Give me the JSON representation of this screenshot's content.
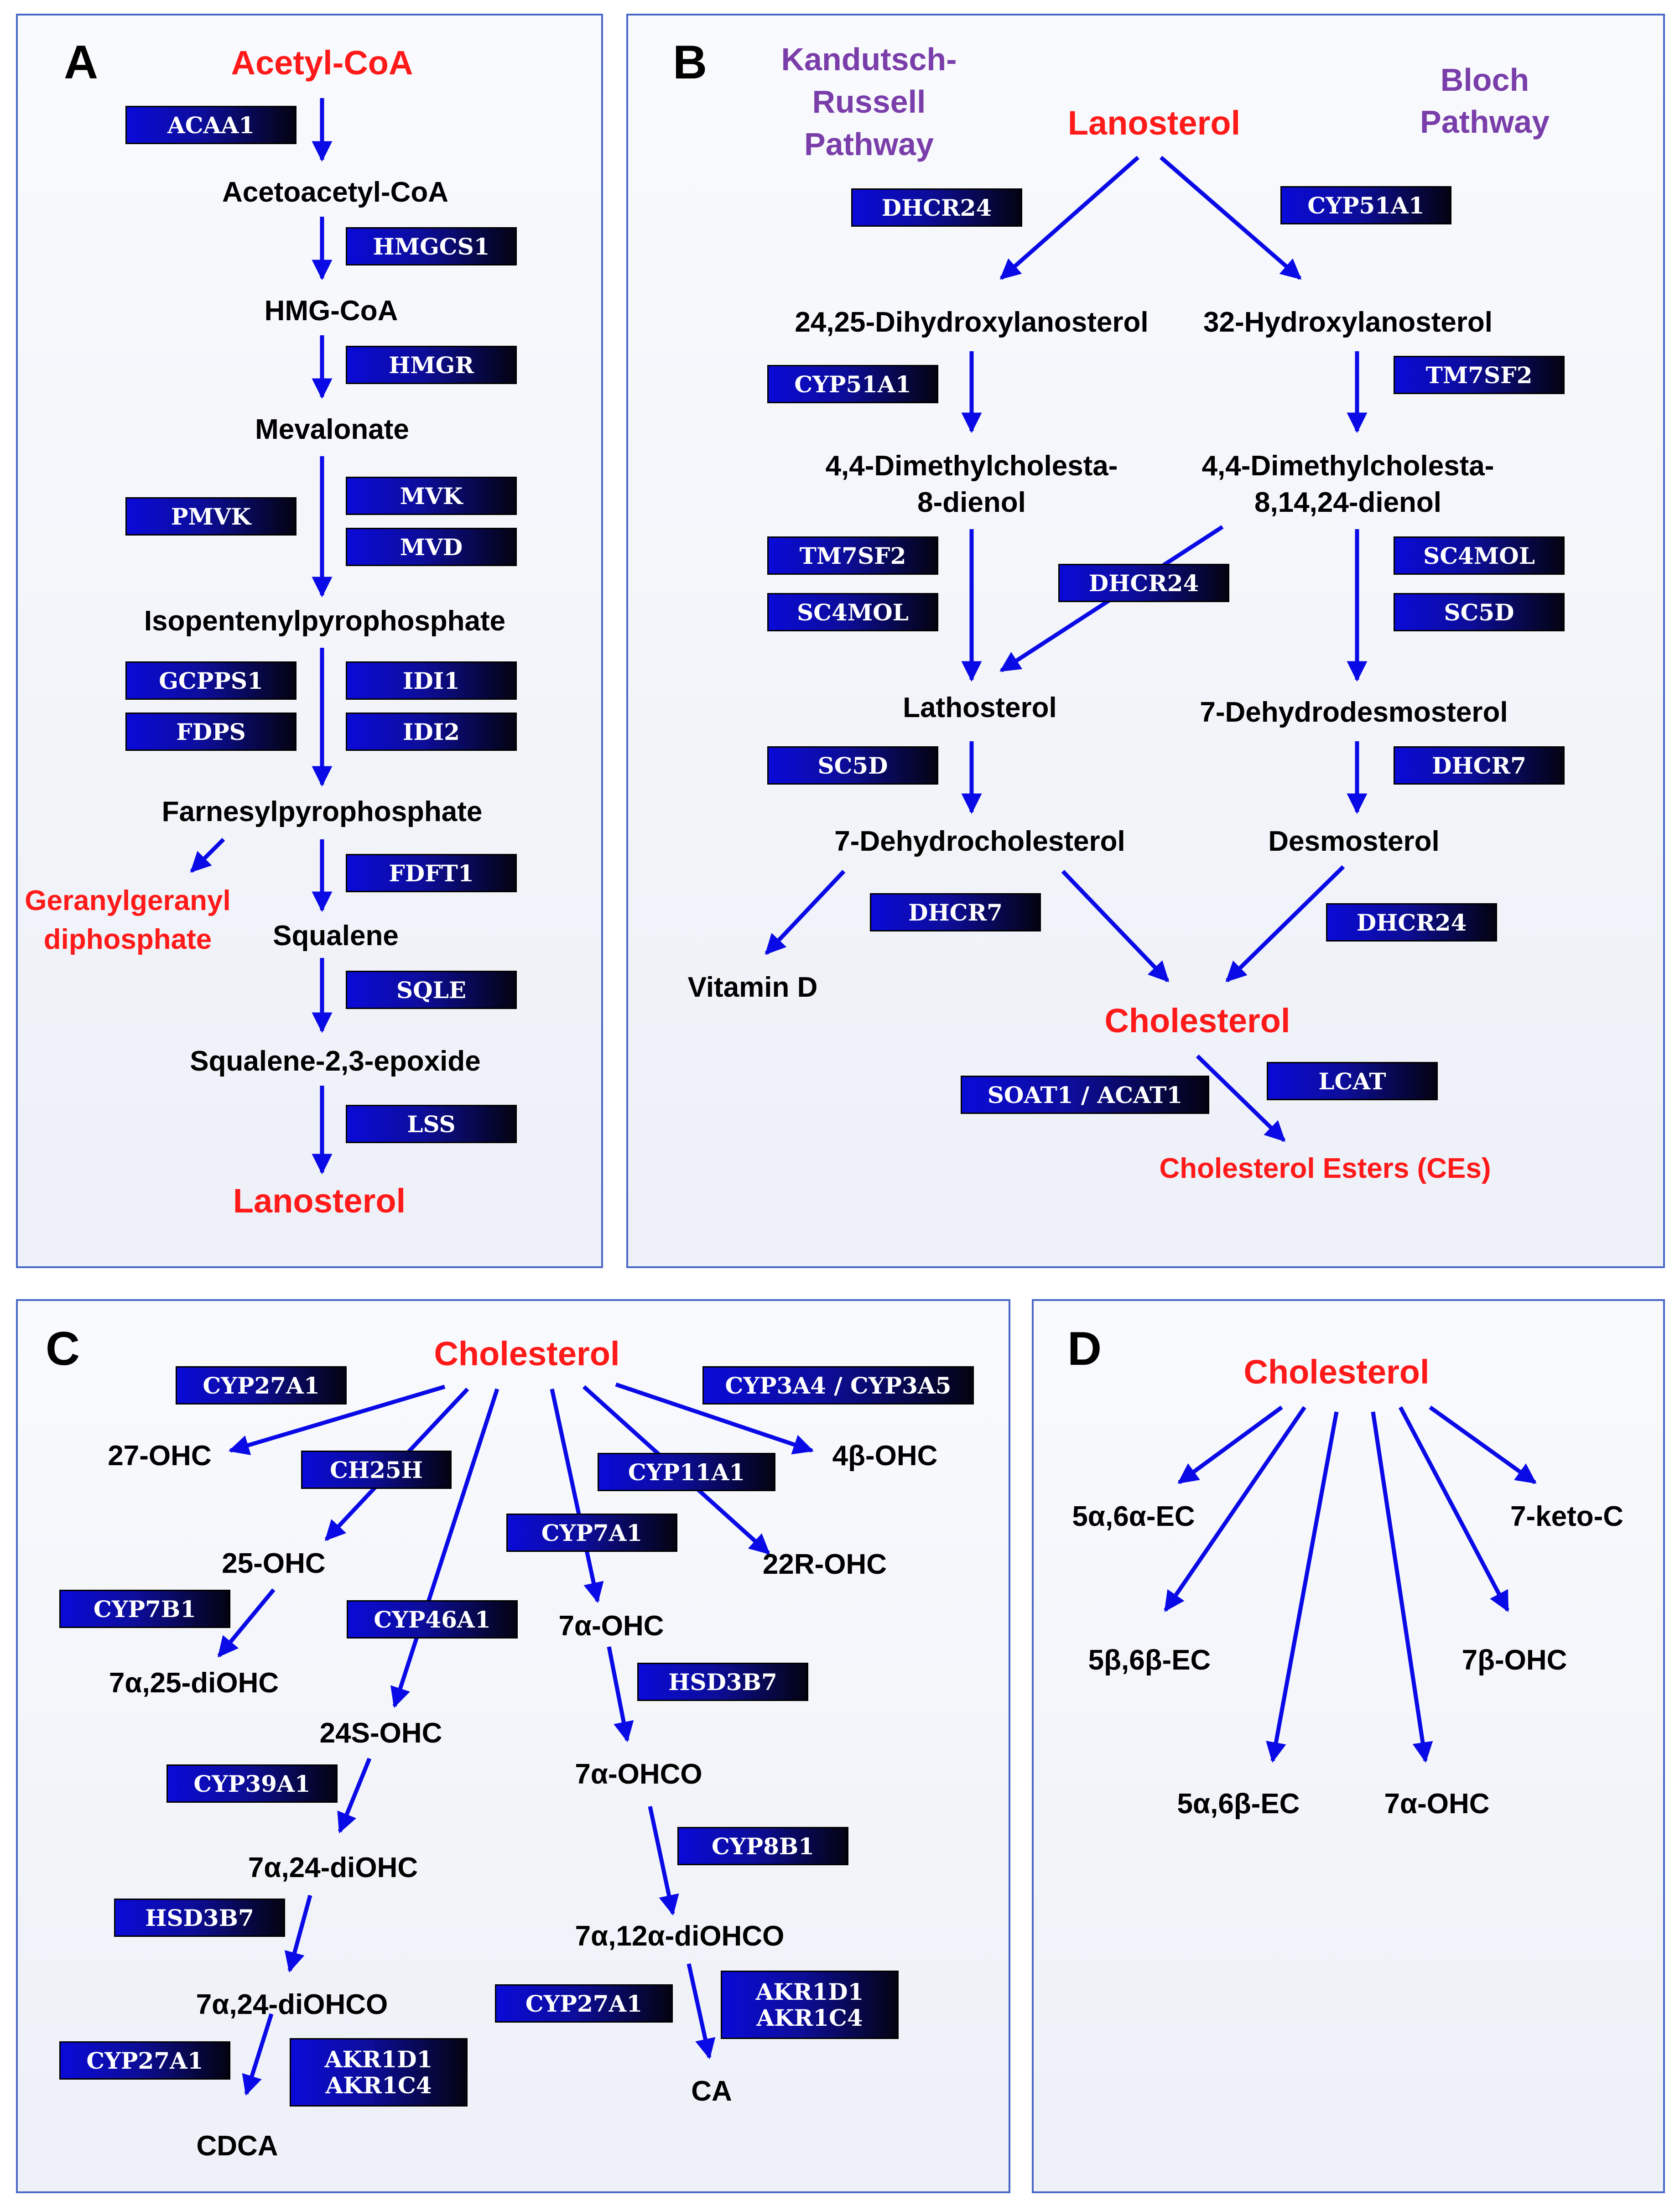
{
  "colors": {
    "arrow": "#0a0ae6",
    "border": "#4a67c7",
    "highlight": "#ff1a1a",
    "pathway": "#7a3eaa"
  },
  "panels": {
    "a": {
      "letter": "A",
      "nodes": [
        "Acetyl-CoA",
        "Acetoacetyl-CoA",
        "HMG-CoA",
        "Mevalonate",
        "Isopentenylpyrophosphate",
        "Farnesylpyrophosphate",
        "Geranylgeranyl",
        "diphosphate",
        "Squalene",
        "Squalene-2,3-epoxide",
        "Lanosterol"
      ],
      "enzymes": [
        "ACAA1",
        "HMGCS1",
        "HMGR",
        "PMVK",
        "MVK",
        "MVD",
        "GCPPS1",
        "IDI1",
        "FDPS",
        "IDI2",
        "FDFT1",
        "SQLE",
        "LSS"
      ]
    },
    "b": {
      "letter": "B",
      "pathways": [
        "Kandutsch-",
        "Russell",
        "Pathway",
        "Bloch",
        "Pathway"
      ],
      "nodes": [
        "Lanosterol",
        "24,25-Dihydroxylanosterol",
        "32-Hydroxylanosterol",
        "4,4-Dimethylcholesta-",
        "8-dienol",
        "4,4-Dimethylcholesta-",
        "8,14,24-dienol",
        "Lathosterol",
        "7-Dehydrodesmosterol",
        "7-Dehydrocholesterol",
        "Desmosterol",
        "Vitamin D",
        "Cholesterol",
        "Cholesterol Esters (CEs)"
      ],
      "enzymes": [
        "DHCR24",
        "CYP51A1",
        "CYP51A1",
        "TM7SF2",
        "TM7SF2",
        "DHCR24",
        "SC4MOL",
        "SC4MOL",
        "SC5D",
        "SC5D",
        "DHCR7",
        "DHCR7",
        "DHCR24",
        "LCAT",
        "SOAT1 / ACAT1"
      ]
    },
    "c": {
      "letter": "C",
      "nodes": [
        "Cholesterol",
        "27-OHC",
        "4β-OHC",
        "25-OHC",
        "22R-OHC",
        "7α,25-diOHC",
        "7α-OHC",
        "24S-OHC",
        "7α-OHCO",
        "7α,24-diOHC",
        "7α,12α-diOHCO",
        "7α,24-diOHCO",
        "CA",
        "CDCA"
      ],
      "enzymes": [
        "CYP27A1",
        "CYP3A4 / CYP3A5",
        "CH25H",
        "CYP11A1",
        "CYP7A1",
        "CYP7B1",
        "CYP46A1",
        "HSD3B7",
        "CYP39A1",
        "CYP8B1",
        "HSD3B7",
        "CYP27A1",
        "CYP27A1"
      ],
      "enzyme_pairs": [
        [
          "AKR1D1",
          "AKR1C4"
        ],
        [
          "AKR1D1",
          "AKR1C4"
        ]
      ]
    },
    "d": {
      "letter": "D",
      "nodes": [
        "Cholesterol",
        "5α,6α-EC",
        "7-keto-C",
        "5β,6β-EC",
        "7β-OHC",
        "5α,6β-EC",
        "7α-OHC"
      ]
    }
  }
}
